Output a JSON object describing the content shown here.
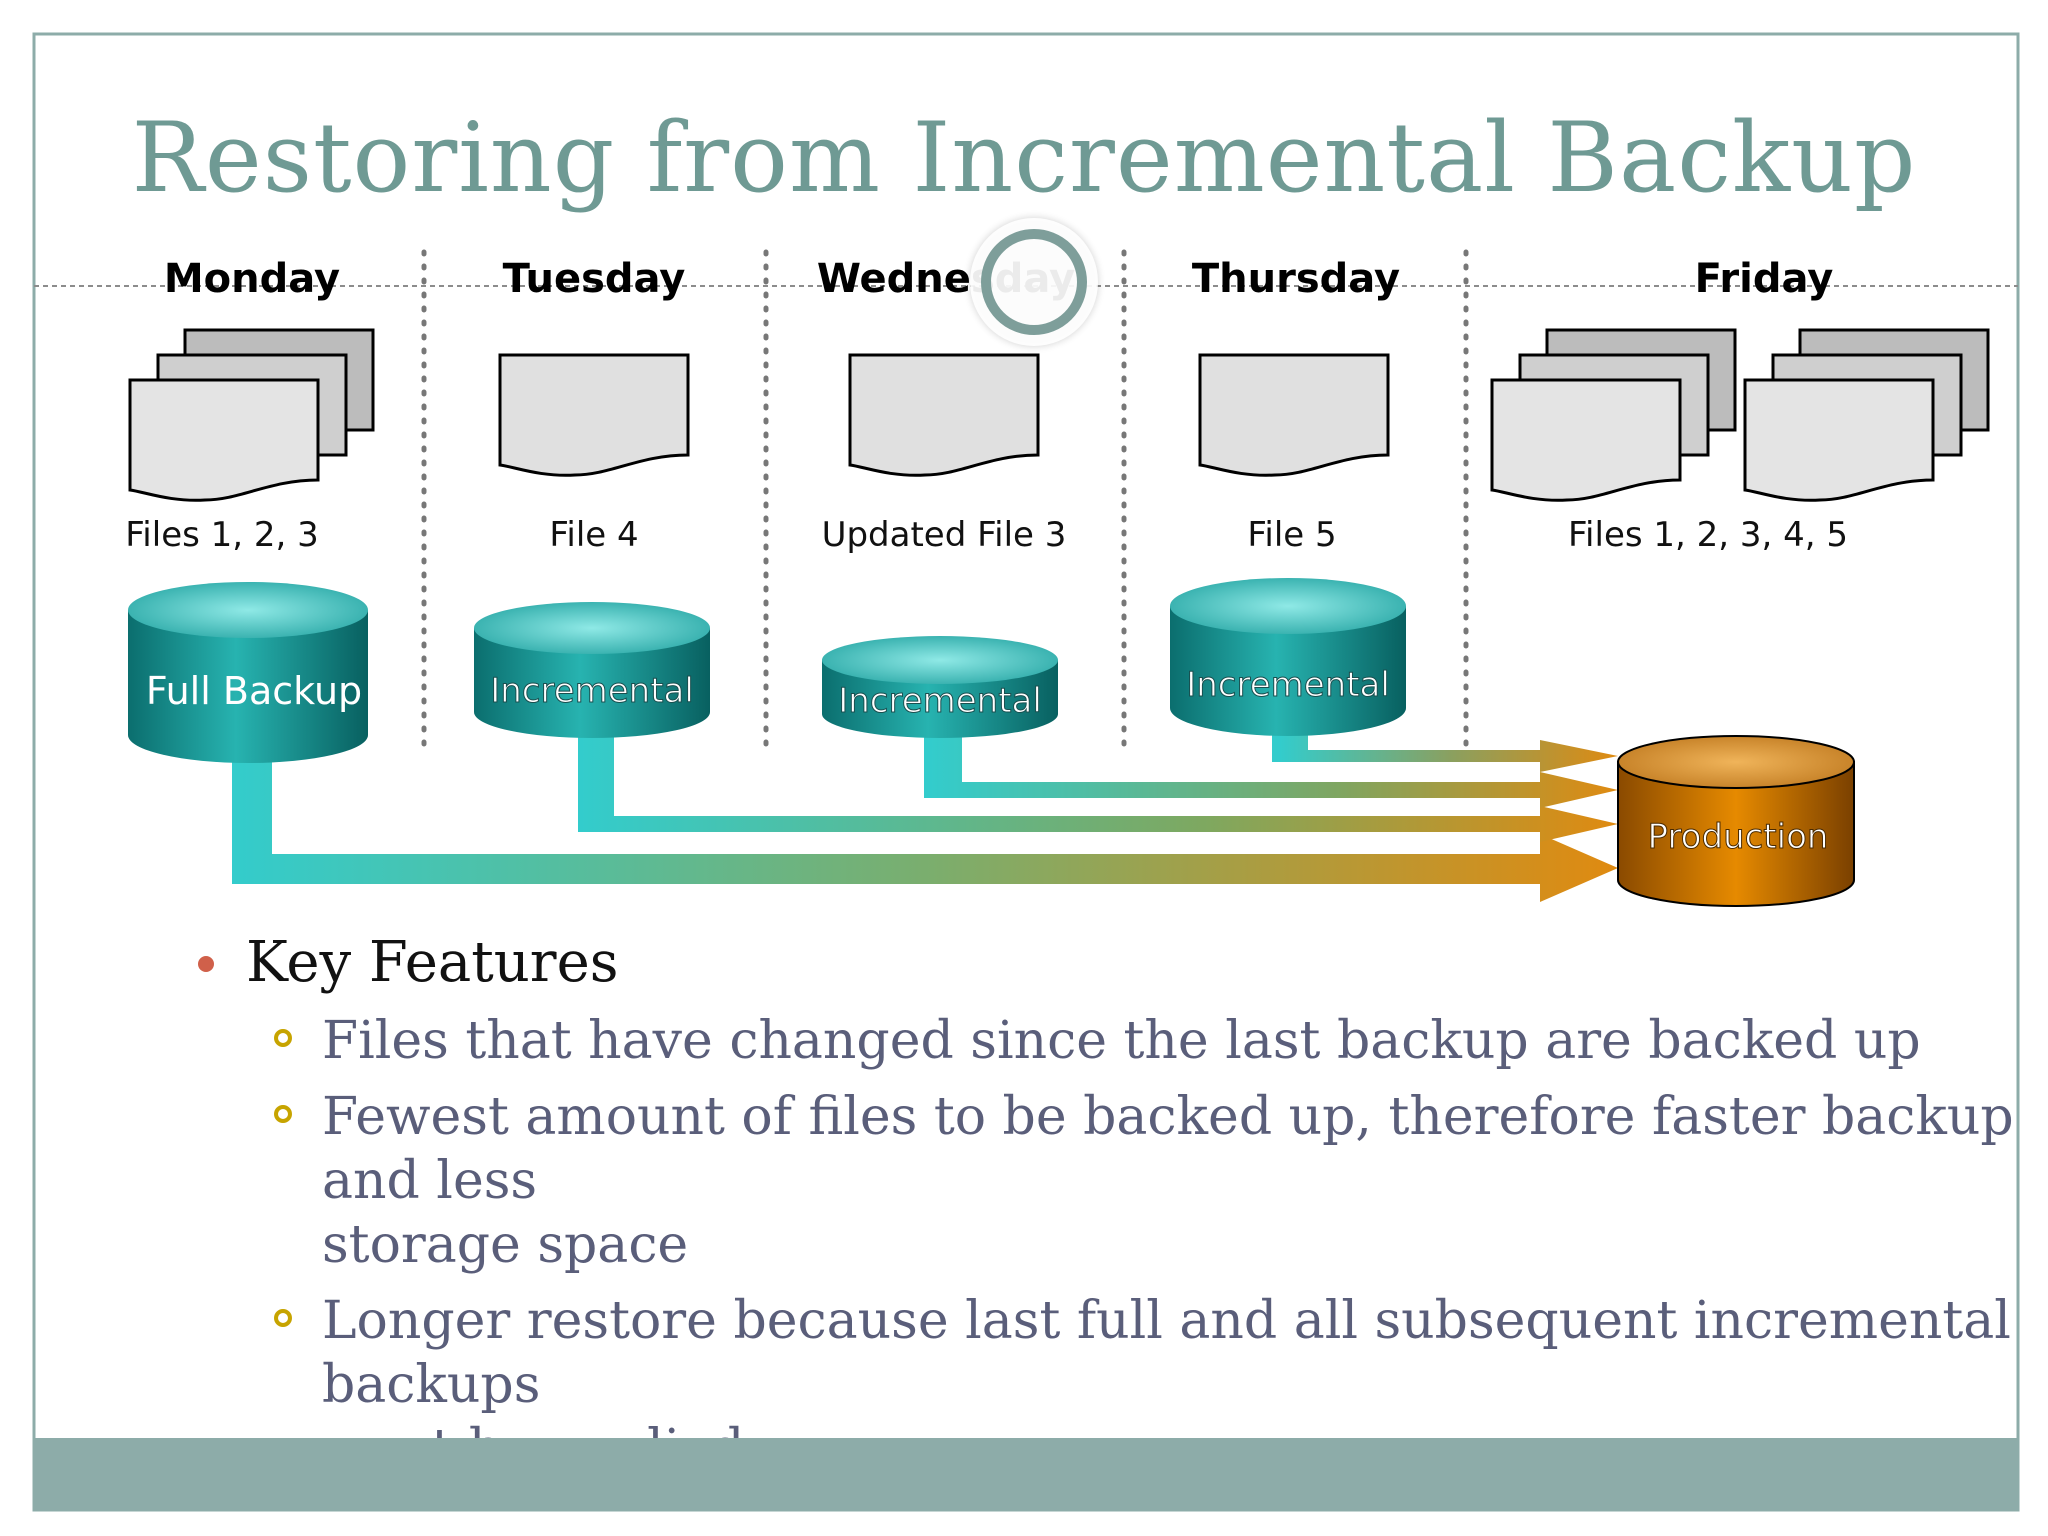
{
  "slide": {
    "title": "Restoring from Incremental Backup",
    "days": [
      {
        "name": "Monday",
        "files_label": "Files 1, 2, 3",
        "backup_label": "Full Backup"
      },
      {
        "name": "Tuesday",
        "files_label": "File 4",
        "backup_label": "Incremental"
      },
      {
        "name": "Wednesday",
        "files_label": "Updated File 3",
        "backup_label": "Incremental"
      },
      {
        "name": "Thursday",
        "files_label": "File 5",
        "backup_label": "Incremental"
      },
      {
        "name": "Friday",
        "files_label": "Files 1, 2, 3, 4, 5"
      }
    ],
    "production_label": "Production",
    "key_features": {
      "heading": "Key Features",
      "items": [
        [
          "Files that have changed since the last backup are backed up"
        ],
        [
          "Fewest amount of files to be backed up, therefore faster backup and less",
          "storage space"
        ],
        [
          "Longer restore because last full and all subsequent incremental backups",
          "must be applied"
        ]
      ]
    }
  },
  "colors": {
    "title": "#6f9a94",
    "teal": "#1a9e9e",
    "orange": "#e08a00",
    "footer": "#8daca9",
    "bullet": "#d0604a",
    "subbullet": "#c7a400"
  }
}
